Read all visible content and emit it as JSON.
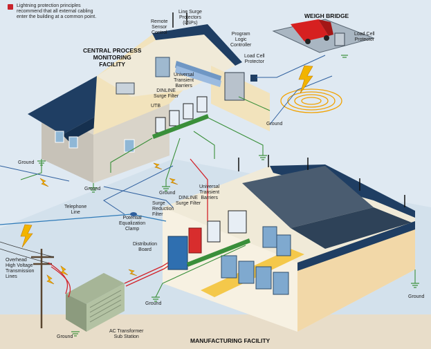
{
  "note": "Lightning protection principles\nrecommend that all external cabling\nenter the building at a common point.",
  "titles": {
    "central": "CENTRAL PROCESS\nMONITORING\nFACILITY",
    "weigh_bridge": "WEIGH BRIDGE",
    "manufacturing": "MANUFACTURING FACILITY"
  },
  "labels": {
    "remote_sensor": "Remote\nSensor\nControl",
    "line_surge": "Line Surge\nProtectors\n(LSPs)",
    "plc": "Program\nLogic\nController",
    "load_cell_protector_top": "Load Cell\nProtector",
    "load_cell_protector_bridge": "Load Cell\nProtector",
    "utb_top": "Universal\nTransient\nBarriers",
    "dinline_top": "DINLINE\nSurge Filter",
    "utb_short": "UTB",
    "ground_plc": "Ground",
    "ground_left": "Ground",
    "ground_mid": "Ground",
    "ground_center": "Ground",
    "telephone": "Telephone\nLine",
    "utb_mfg": "Universal\nTransient\nBarriers",
    "dinline_mfg": "DINLINE\nSurge Filter",
    "surge_reduction": "Surge\nReduction\nFilter",
    "potential_clamp": "Potential\nEqualization\nClamp",
    "distribution_board": "Distribution\nBoard",
    "overhead": "Overhead\nHigh Voltage\nTransmission\nLines",
    "ground_mfg": "Ground",
    "ground_right": "Ground",
    "ground_bottom": "Ground",
    "ac_transformer": "AC Transformer\nSub Station"
  },
  "colors": {
    "roof": "#1f3e63",
    "wall": "#f2e3bc",
    "ground_plane": "#c9dbe8",
    "wire_green": "#3a8f3a",
    "wire_red": "#d2232a",
    "lightning": "#f2b400",
    "truck": "#d62020"
  },
  "icons": [
    "lightning-bolt-icon",
    "ground-symbol-icon",
    "truck-icon",
    "antenna-icon"
  ]
}
